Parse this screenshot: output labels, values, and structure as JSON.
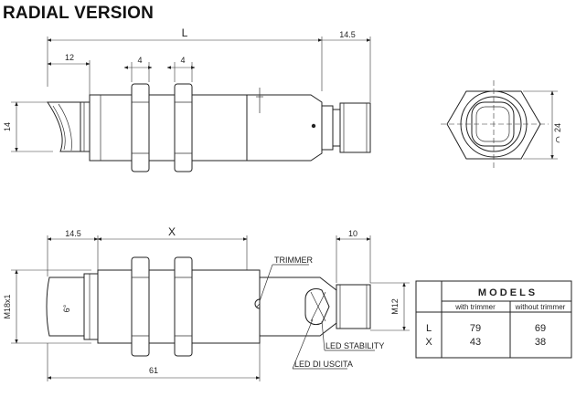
{
  "title": "RADIAL VERSION",
  "top_view": {
    "dim_length": "L",
    "dim_connector": "14.5",
    "dim_cap": "12",
    "dim_nut1": "4",
    "dim_nut2": "4",
    "dim_height": "14"
  },
  "end_view": {
    "dim_hex": "24"
  },
  "side_view": {
    "dim_front": "14.5",
    "dim_body": "X",
    "dim_connector": "10",
    "dim_total": "61",
    "thread_main": "M18x1",
    "thread_connector": "M12",
    "label_trimmer": "TRIMMER",
    "label_led_stability": "LED STABILITY",
    "label_led_output": "LED DI USCITA",
    "angle_mark": "6°"
  },
  "models_table": {
    "heading": "M O D E L S",
    "col_with": "with trimmer",
    "col_without": "without trimmer",
    "rows": [
      {
        "label": "L",
        "with": "79",
        "without": "69"
      },
      {
        "label": "X",
        "with": "43",
        "without": "38"
      }
    ]
  }
}
